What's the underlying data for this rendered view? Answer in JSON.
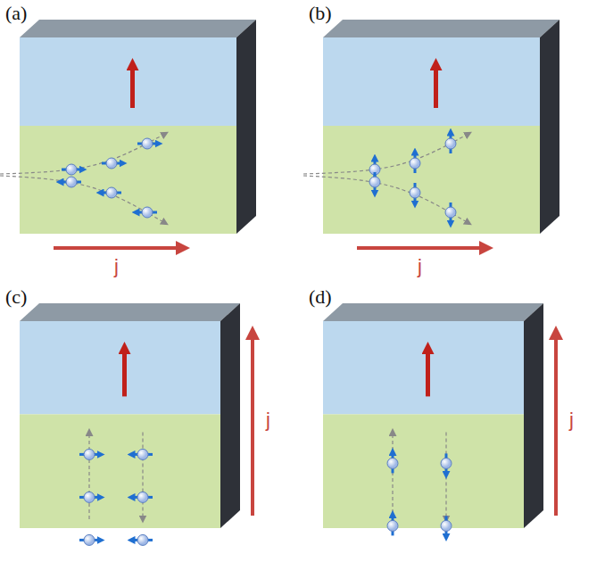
{
  "diagram": {
    "labels": [
      "(a)",
      "(b)",
      "(c)",
      "(d)",
      "j",
      "j",
      "j",
      "j"
    ]
  }
}
